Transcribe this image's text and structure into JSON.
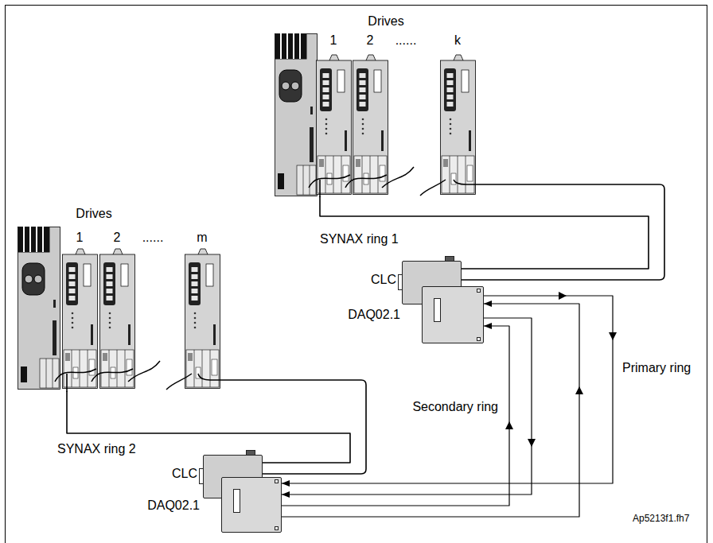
{
  "diagram": {
    "nodes": [
      {
        "text": [
          "Drives",
          "1",
          "2",
          "......",
          "k"
        ]
      },
      {
        "text": [
          "CLC"
        ]
      },
      {
        "text": [
          "DAQ02.1"
        ]
      },
      {
        "text": [
          "Drives",
          "1",
          "2",
          "......",
          "m"
        ]
      },
      {
        "text": [
          "CLC"
        ]
      },
      {
        "text": [
          "DAQ02.1"
        ]
      }
    ],
    "edges": [
      {
        "from": 0,
        "to": 1,
        "label": "SYNAX ring 1",
        "arrow": "none"
      },
      {
        "from": 3,
        "to": 4,
        "label": "SYNAX ring 2",
        "arrow": "none"
      },
      {
        "from": 2,
        "to": 5,
        "label": "Primary ring",
        "arrow": "to"
      },
      {
        "from": 5,
        "to": 2,
        "arrow": "to"
      },
      {
        "from": 5,
        "to": 2,
        "label": "Secondary ring",
        "arrow": "to"
      },
      {
        "from": 2,
        "to": 5,
        "arrow": "to"
      }
    ],
    "labels": [
      "Ap5213f1.fh7"
    ]
  }
}
